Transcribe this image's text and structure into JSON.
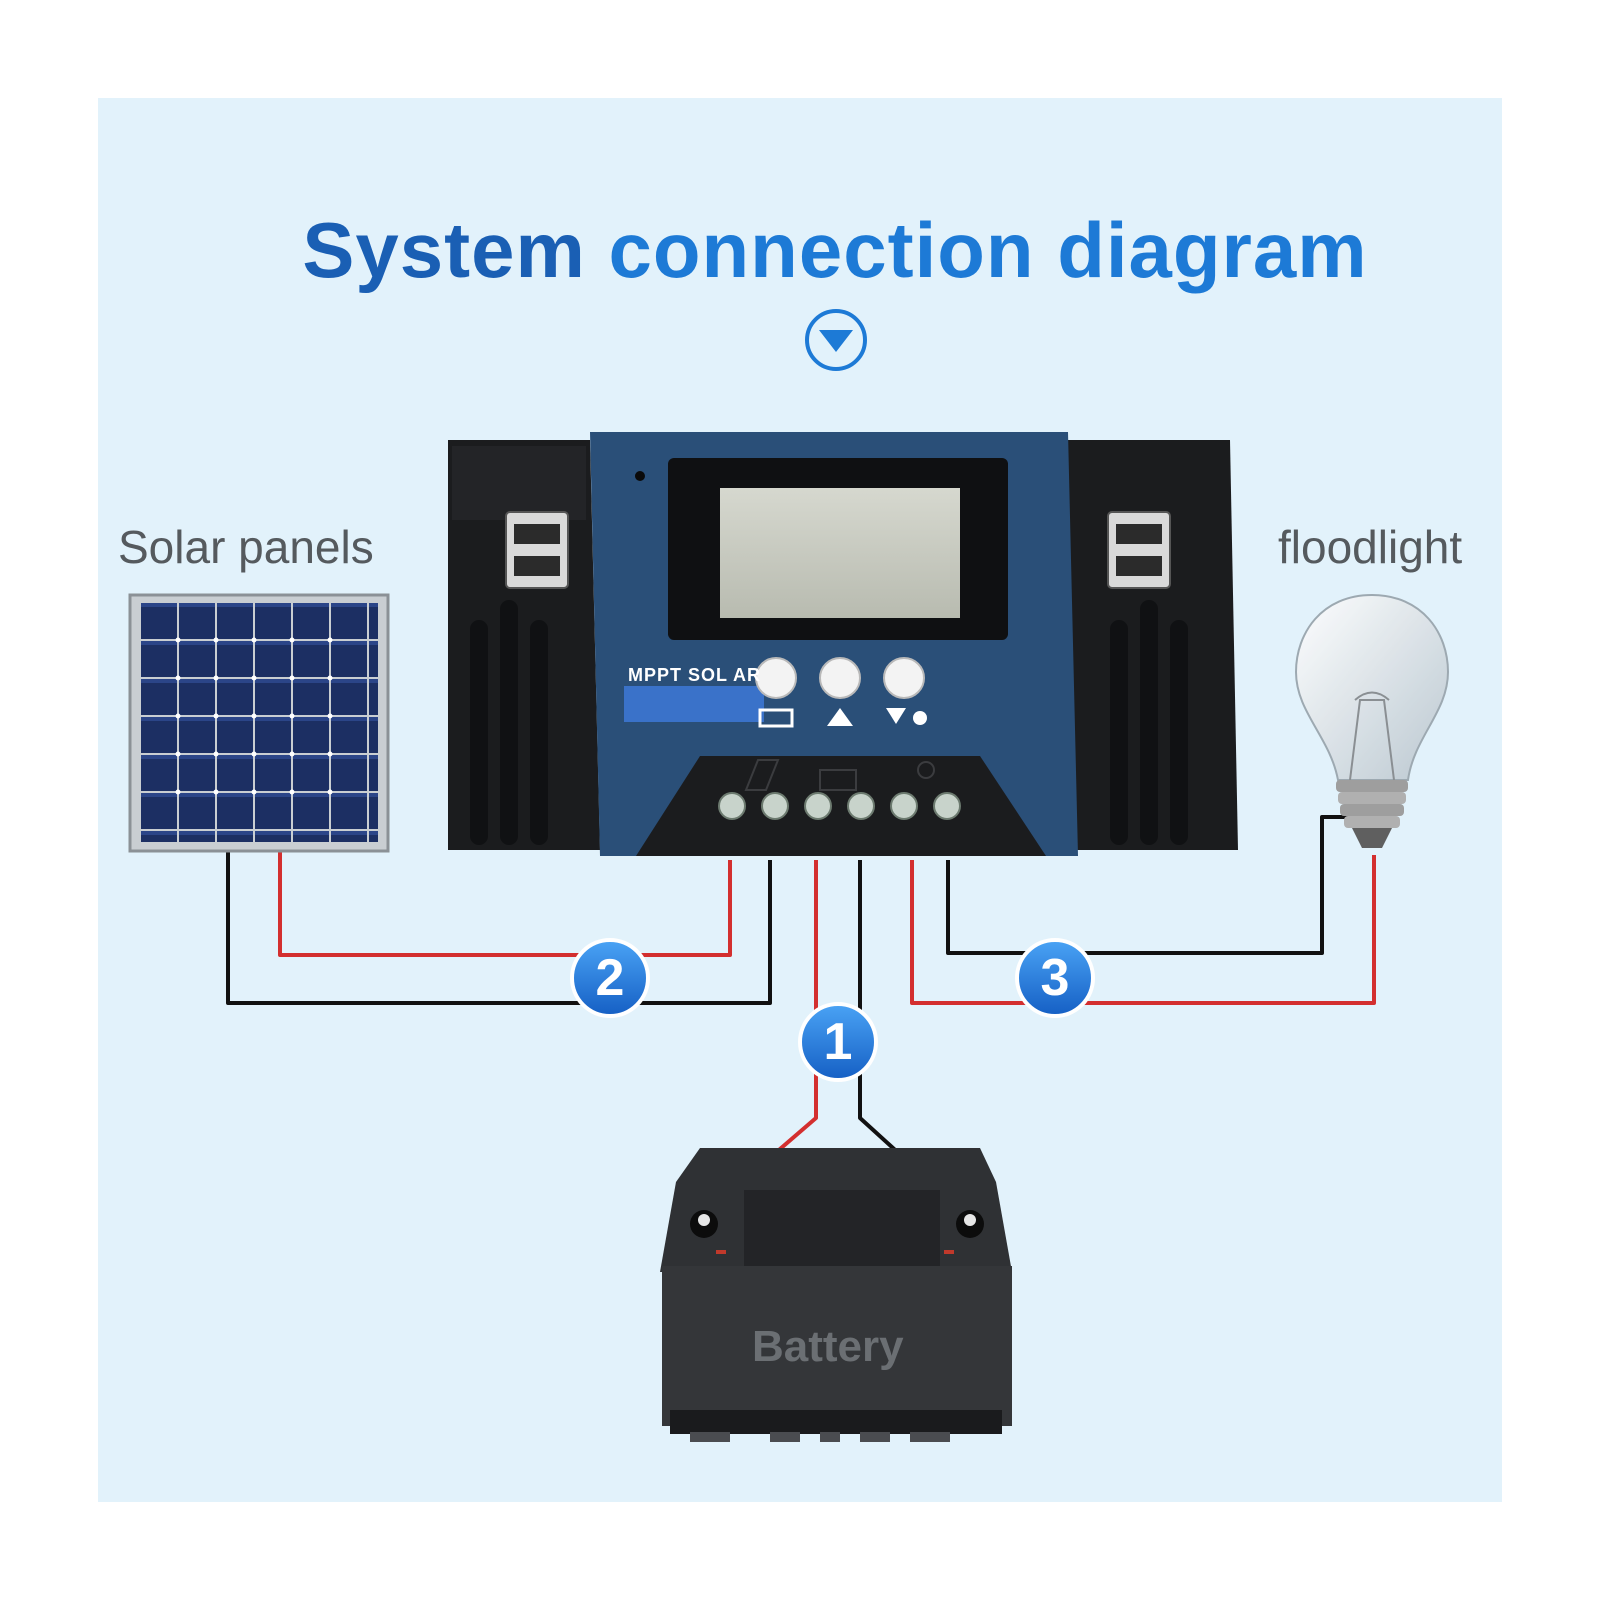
{
  "diagram": {
    "title_part1": "System",
    "title_part2": "connection diagram",
    "labels": {
      "solar": "Solar panels",
      "floodlight": "floodlight",
      "battery": "Battery",
      "controller_brand": "MPPT SOL AR"
    },
    "badges": [
      "1",
      "2",
      "3"
    ],
    "colors": {
      "title": "#1a5fb4",
      "background": "#e2f2fb",
      "wire_positive": "#d32f2f",
      "wire_negative": "#111111",
      "badge": "#1e6fd9",
      "controller_blue": "#2a4f78"
    },
    "icons": [
      "chevron-down-icon",
      "battery-icon",
      "up-arrow-icon",
      "down-bulb-icon",
      "solar-icon",
      "lamp-icon"
    ]
  }
}
